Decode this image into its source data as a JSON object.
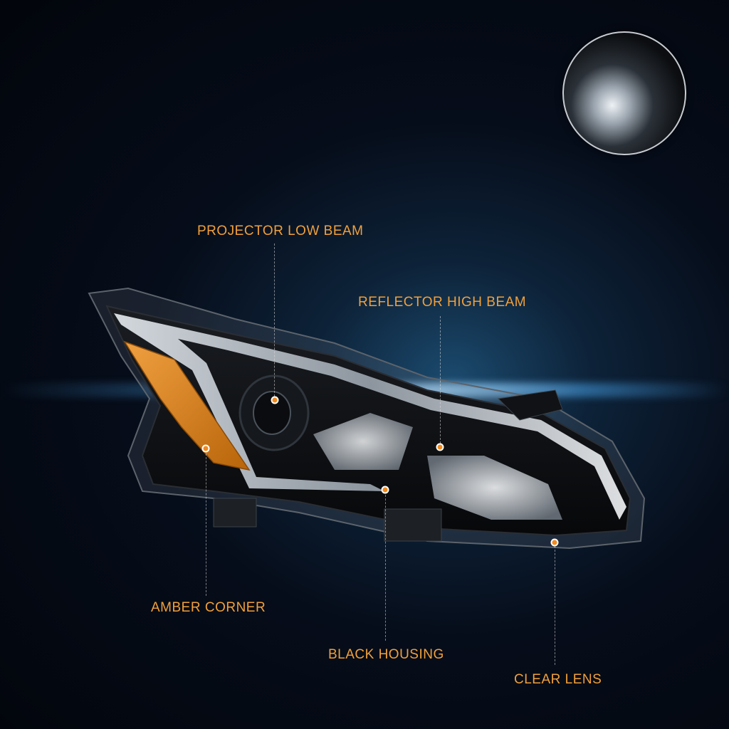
{
  "callouts": {
    "projector_low_beam": "PROJECTOR LOW BEAM",
    "reflector_high_beam": "REFLECTOR HIGH BEAM",
    "amber_corner": "AMBER CORNER",
    "black_housing": "BLACK HOUSING",
    "clear_lens": "CLEAR LENS"
  },
  "colors": {
    "label": "#f2a03a",
    "marker": "#f28a1c",
    "amber_lens": "#d9820a"
  }
}
